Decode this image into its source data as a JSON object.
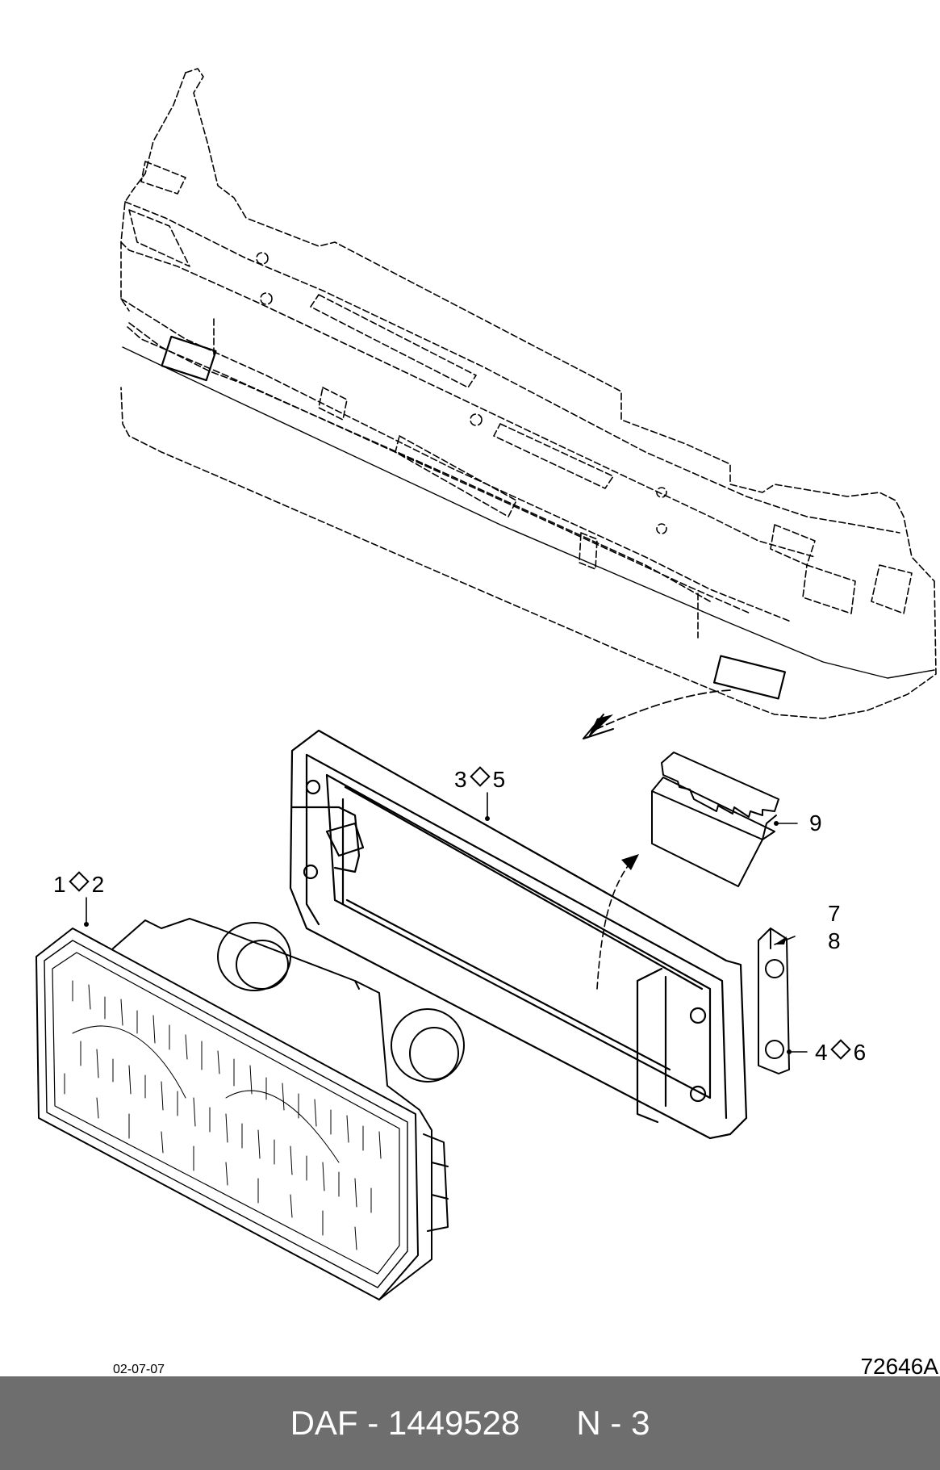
{
  "callouts": {
    "c12": {
      "a": "1",
      "b": "2"
    },
    "c35": {
      "a": "3",
      "b": "5"
    },
    "c9": {
      "a": "9"
    },
    "c78": {
      "a": "7",
      "b": "8"
    },
    "c46": {
      "a": "4",
      "b": "6"
    }
  },
  "date_code": "02-07-07",
  "drawing_number": "72646A",
  "footer": {
    "brand": "DAF",
    "part_number": "1449528",
    "page": "N - 3"
  },
  "colors": {
    "footer_bg": "#6e6e6e",
    "footer_text": "#ffffff",
    "line": "#000000"
  }
}
